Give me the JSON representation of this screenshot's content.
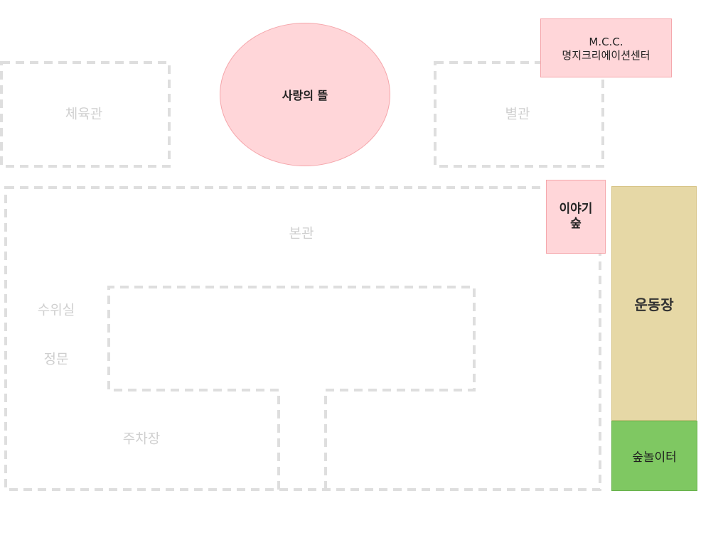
{
  "map": {
    "buildings": {
      "gym": "체육관",
      "annex": "별관",
      "main_building": "본관",
      "guard_room": "수위실",
      "main_gate": "정문",
      "parking": "주차장"
    },
    "highlights": {
      "love_garden": "사랑의 뜰",
      "mcc_abbr": "M.C.C.",
      "mcc_name": "명지크리에이션센터",
      "story_forest": "이야기\n숲",
      "playground": "운동장",
      "forest_playground": "숲놀이터"
    },
    "colors": {
      "highlight_pink": "#ffd6d9",
      "playground_tan": "#e6d8a6",
      "forest_green": "#7fc862",
      "dashed_outline": "#dedede",
      "ghost_text": "#cfcfcf"
    }
  }
}
